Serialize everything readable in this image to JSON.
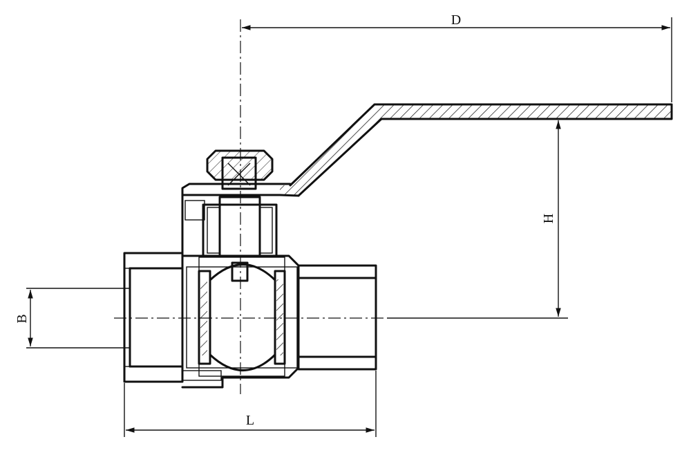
{
  "dimensions": {
    "D": "D",
    "H": "H",
    "B": "B",
    "L": "L"
  },
  "colors": {
    "line": "#111111",
    "background": "#ffffff"
  }
}
